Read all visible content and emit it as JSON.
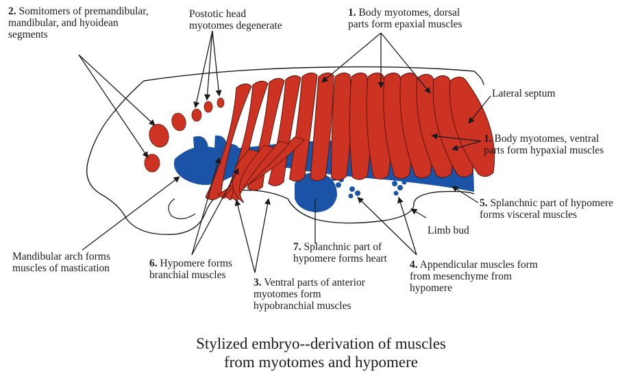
{
  "labels": {
    "somitomeres": {
      "num": "2.",
      "lines": [
        "Somitomers of premandibular,",
        "mandibular, and hyoidean",
        "segments"
      ]
    },
    "postotic": {
      "lines": [
        "Postotic head",
        "myotomes degenerate"
      ]
    },
    "dorsal": {
      "num": "1.",
      "lines": [
        "Body myotomes, dorsal",
        "parts form epaxial muscles"
      ]
    },
    "septum": {
      "lines": [
        "Lateral septum"
      ]
    },
    "ventral": {
      "num": "1.",
      "lines": [
        "Body myotomes, ventral",
        "parts form hypaxial muscles"
      ]
    },
    "visceral": {
      "num": "5.",
      "lines": [
        "Splanchnic part of hypomere",
        "forms visceral muscles"
      ]
    },
    "limb": {
      "lines": [
        "Limb bud"
      ]
    },
    "appendicular": {
      "num": "4.",
      "lines": [
        "Appendicular muscles form",
        "from mesenchyme from",
        "hypomere"
      ]
    },
    "heart": {
      "num": "7.",
      "lines": [
        "Splanchnic part of",
        "hypomere forms heart"
      ]
    },
    "hypobranchial": {
      "num": "3.",
      "lines": [
        "Ventral parts of anterior",
        "myotomes form",
        "hypobranchial muscles"
      ]
    },
    "branchial": {
      "num": "6.",
      "lines": [
        "Hypomere forms",
        "branchial muscles"
      ]
    },
    "mandibular": {
      "lines": [
        "Mandibular arch forms",
        "muscles of mastication"
      ]
    }
  },
  "caption": [
    "Stylized embryo--derivation of muscles",
    "from myotomes and hypomere"
  ],
  "colors": {
    "myotome": "#cc3322",
    "hypomere": "#1b54a6",
    "line": "#1a1a1a"
  }
}
